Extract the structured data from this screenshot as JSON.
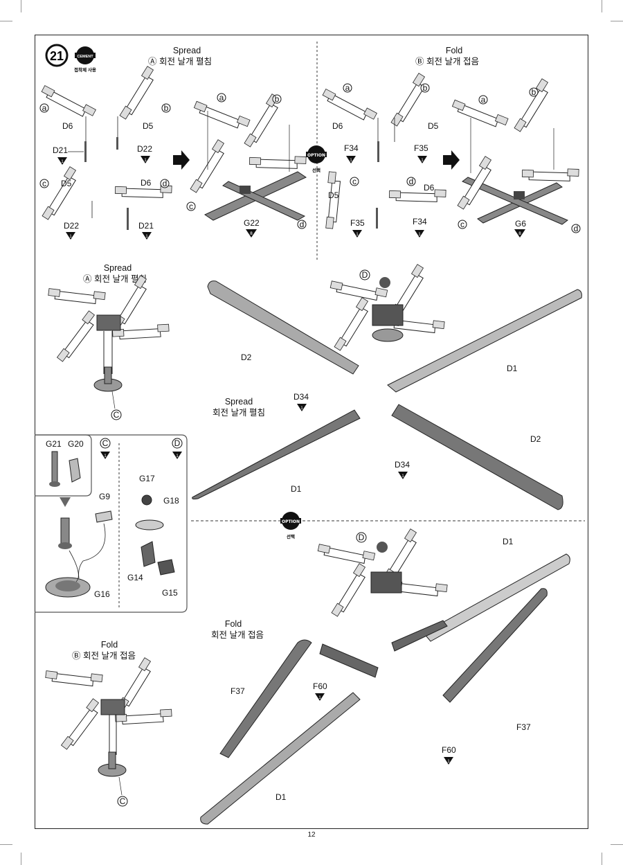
{
  "step": {
    "number": "21",
    "cement_label": "CEMENT",
    "cement_caption": "접착제 사용"
  },
  "option": {
    "label": "OPTION",
    "caption": "선택"
  },
  "spread": {
    "title": "Spread",
    "subtitle": "Ⓐ 회전 날개 펼침"
  },
  "fold": {
    "title": "Fold",
    "subtitle": "Ⓑ 회전 날개 접음"
  },
  "markers": {
    "a": "a",
    "b": "b",
    "c": "c",
    "d": "d",
    "C": "C",
    "D": "D"
  },
  "qty": {
    "one": "1",
    "eight": "8"
  },
  "parts": {
    "D6": "D6",
    "D5": "D5",
    "D21": "D21",
    "D22": "D22",
    "G22": "G22",
    "F34": "F34",
    "F35": "F35",
    "G6": "G6",
    "D1": "D1",
    "D2": "D2",
    "D34": "D34",
    "G21": "G21",
    "G20": "G20",
    "G9": "G9",
    "G16": "G16",
    "G17": "G17",
    "G18": "G18",
    "G14": "G14",
    "G15": "G15",
    "F37": "F37",
    "F60": "F60"
  },
  "spread_main": {
    "title": "Spread",
    "subtitle": "회전 날개 펼침"
  },
  "fold_main": {
    "title": "Fold",
    "subtitle": "회전 날개 접음"
  },
  "page_number": "12"
}
